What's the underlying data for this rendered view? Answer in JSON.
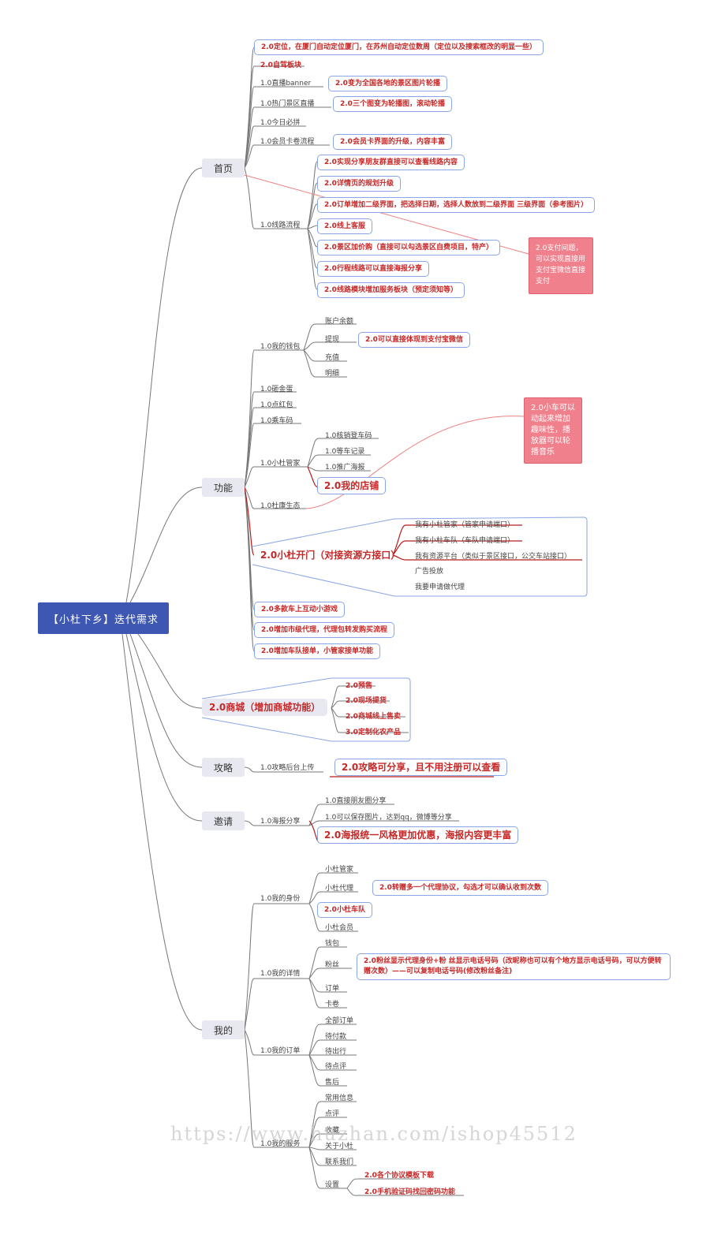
{
  "root": "【小杜下乡】迭代需求",
  "topics": {
    "home": "首页",
    "features": "功能",
    "mall": "2.0商城（增加商城功能）",
    "guide": "攻略",
    "invite": "邀请",
    "mine": "我的"
  },
  "home": {
    "locate": "2.0定位，在厦门自动定位厦门，在苏州自动定位数周（定位以及搜索框改的明显一些）",
    "selfdrive": "2.0自驾板块",
    "banner": "1.0直播banner",
    "banner_v2": "2.0变为全国各地的景区图片轮播",
    "hot": "1.0热门景区直播",
    "hot_v2": "2.0三个图变为轮播图，滚动轮播",
    "must": "1.0今日必拼",
    "member": "1.0会员卡卷流程",
    "member_v2": "2.0会员卡界面的升级，内容丰富",
    "route": "1.0线路流程",
    "route_items": [
      "2.0实现分享朋友群直接可以查看线路内容",
      "2.0详情页的规划升级",
      "2.0订单增加二级界面，把选择日期，选择人数放到二级界面        三级界面（参考图片）",
      "2.0线上客服",
      "2.0景区加价购（直接可以勾选景区自费项目，特产）",
      "2.0行程线路可以直接海报分享",
      "2.0线路模块增加服务板块（预定须知等）"
    ],
    "note": "2.0支付间题，可以实现直接用支付宝微信直接支付"
  },
  "features": {
    "wallet": "1.0我的钱包",
    "balance": "账户余额",
    "withdraw": "提现",
    "withdraw_v2": "2.0可以直接体现到支付宝微信",
    "recharge": "充值",
    "detail": "明细",
    "golden_egg": "1.0砸金蛋",
    "red_packet": "1.0点红包",
    "ride_code": "1.0乘车码",
    "butler": "1.0小杜管家",
    "butler_items": [
      "1.0核销登车码",
      "1.0等车记录",
      "1.0推广海报"
    ],
    "my_shop": "2.0我的店铺",
    "community": "1.0杜康生态",
    "note": "2.0小车可以动起来增加趣味性，播放器可以轮播音乐",
    "open": "2.0小杜开门（对接资源方接口）",
    "open_items": [
      "我有小杜管家（管家申请端口）",
      "我有小杜车队（车队申请端口）",
      "我有资源平台（类似于景区接口，公交车站接口）",
      "广告投放",
      "我要申请做代理"
    ],
    "games": "2.0多款车上互动小游戏",
    "agent": "2.0增加市级代理，代理包转发购买流程",
    "fleet": "2.0增加车队接单，小管家接单功能"
  },
  "mall": {
    "items": [
      "2.0预售",
      "2.0现场提货",
      "2.0商城线上售卖",
      "3.0定制化农产品"
    ]
  },
  "guide": {
    "upload": "1.0攻略后台上传",
    "share": "2.0攻略可分享，且不用注册可以查看"
  },
  "invite": {
    "poster": "1.0海报分享",
    "items": [
      "1.0直接朋友圈分享",
      "1.0可以保存图片，达到qq，微博等分享"
    ],
    "unify": "2.0海报统一风格更加优惠，海报内容更丰富"
  },
  "mine": {
    "identity": "1.0我的身份",
    "identity_items": [
      "小杜管家",
      "小杜代理",
      "2.0小杜车队",
      "小杜会员"
    ],
    "agent_v2": "2.0转赠多一个代理协议，勾选才可以确认收到次数",
    "details": "1.0我的详情",
    "details_items": [
      "钱包",
      "粉丝",
      "订单",
      "卡卷"
    ],
    "fans_v2": "2.0粉丝显示代理身份+粉 丝显示电话号码（改昵称也可以有个地方显示电话号码，可以方便转赠次数）——可以复制电话号码(修改粉丝备注)",
    "orders": "1.0我的订单",
    "orders_items": [
      "全部订单",
      "待付款",
      "待出行",
      "待点评",
      "售后"
    ],
    "service": "1.0我的服务",
    "service_items": [
      "常用信息",
      "点评",
      "收藏",
      "关于小杜",
      "联系我们",
      "设置"
    ],
    "settings_items": [
      "2.0各个协议模板下载",
      "2.0手机验证码找回密码功能"
    ]
  },
  "watermark": "https://www.huzhan.com/ishop45512"
}
